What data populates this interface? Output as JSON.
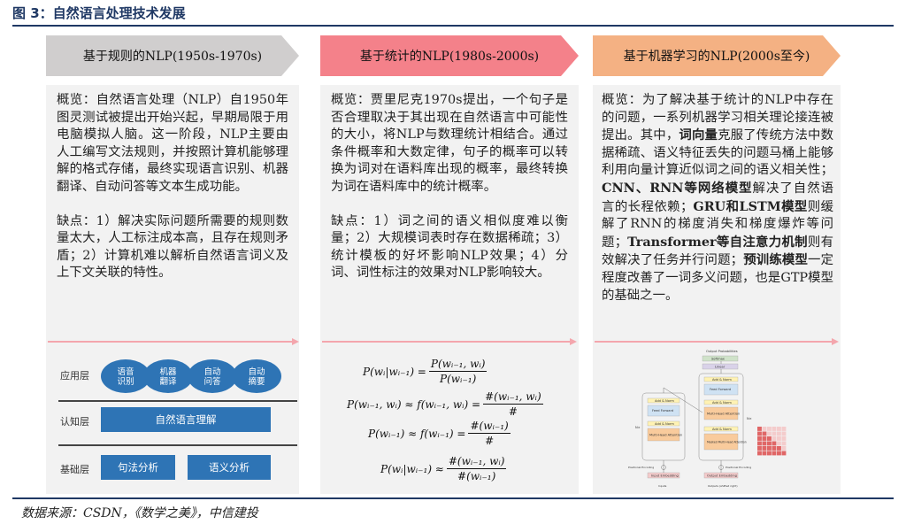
{
  "figure_title": "图 3：自然语言处理技术发展",
  "source": "数据来源：CSDN，《数学之美》，中信建投",
  "colors": {
    "rule": "#1f3864",
    "arrow1": "#d0cece",
    "arrow2": "#f4818a",
    "arrow3": "#f4b183",
    "panel": "#f2f2f2",
    "box": "#2e74b5"
  },
  "columns": [
    {
      "header": "基于规则的NLP(1950s-1970s)",
      "overview_label": "概览：",
      "overview_text": "自然语言处理（NLP）自1950年图灵测试被提出开始兴起，早期局限于用电脑模拟人脑。这一阶段，NLP主要由人工编写文法规则，并按照计算机能够理解的格式存储，最终实现语言识别、机器翻译、自动问答等文本生成功能。",
      "cons_label": "缺点：",
      "cons_text": "1）解决实际问题所需要的规则数量太大，人工标注成本高，且存在规则矛盾；2）计算机难以解析自然语言词义及上下文关联的特性。"
    },
    {
      "header": "基于统计的NLP(1980s-2000s)",
      "overview_label": "概览：",
      "overview_text": "贾里尼克1970s提出，一个句子是否合理取决于其出现在自然语言中可能性的大小，将NLP与数理统计相结合。通过条件概率和大数定律，句子的概率可以转换为词对在语料库出现的概率，最终转换为词在语料库中的统计概率。",
      "cons_label": "缺点：",
      "cons_text": "1）词之间的语义相似度难以衡量；2）大规模词表时存在数据稀疏；3）统计模板的好坏影响NLP效果；4）分词、词性标注的效果对NLP影响较大。"
    },
    {
      "header": "基于机器学习的NLP(2000s至今)",
      "overview_label": "概览：",
      "t1": "为了解决基于统计的NLP中存在的问题，一系列机器学习相关理论接连被提出。其中，",
      "b1": "词向量",
      "t2": "克服了传统方法中数据稀疏、语义特征丢失的问题马桶上能够利用向量计算近似词之间的语义相关性；",
      "b2": "CNN、RNN等网络模型",
      "t3": "解决了自然语言的长程依赖；",
      "b3": "GRU和LSTM模型",
      "t4": "则缓解了RNN的梯度消失和梯度爆炸等问题；",
      "b4": "Transformer等自注意力机制",
      "t5": "则有效解决了任务并行问题；",
      "b5": "预训练模型",
      "t6": "一定程度改善了一词多义问题，也是GTP模型的基础之一。"
    }
  ],
  "diagram": {
    "layers": [
      "应用层",
      "认知层",
      "基础层"
    ],
    "app_items": [
      "语音识别",
      "机器翻译",
      "自动问答",
      "自动摘要"
    ],
    "cognition_item": "自然语言理解",
    "base_items": [
      "句法分析",
      "语义分析"
    ]
  },
  "formulas": {
    "f1_lhs": "P(wᵢ|wᵢ₋₁) =",
    "f1_num": "P(wᵢ₋₁, wᵢ)",
    "f1_den": "P(wᵢ₋₁)",
    "f2_lhs": "P(wᵢ₋₁, wᵢ) ≈ f(wᵢ₋₁, wᵢ) =",
    "f2_num": "#(wᵢ₋₁, wᵢ)",
    "f2_den": "#",
    "f3_lhs": "P(wᵢ₋₁) ≈ f(wᵢ₋₁) =",
    "f3_num": "#(wᵢ₋₁)",
    "f3_den": "#",
    "f4_lhs": "P(wᵢ|wᵢ₋₁) ≈",
    "f4_num": "#(wᵢ₋₁, wᵢ)",
    "f4_den": "#(wᵢ₋₁)"
  },
  "transformer": {
    "output_probabilities": "Output Probabilities",
    "softmax": "Softmax",
    "linear": "Linear",
    "add_norm": "Add & Norm",
    "feed_forward": "Feed Forward",
    "multi_head_attention": "Multi-Head Attention",
    "masked_mha": "Masked Multi-Head Attention",
    "positional_encoding": "Positional Encoding",
    "input_embedding": "Input Embedding",
    "output_embedding": "Output Embedding",
    "inputs": "Inputs",
    "outputs": "Outputs (shifted right)",
    "nx": "N×"
  }
}
